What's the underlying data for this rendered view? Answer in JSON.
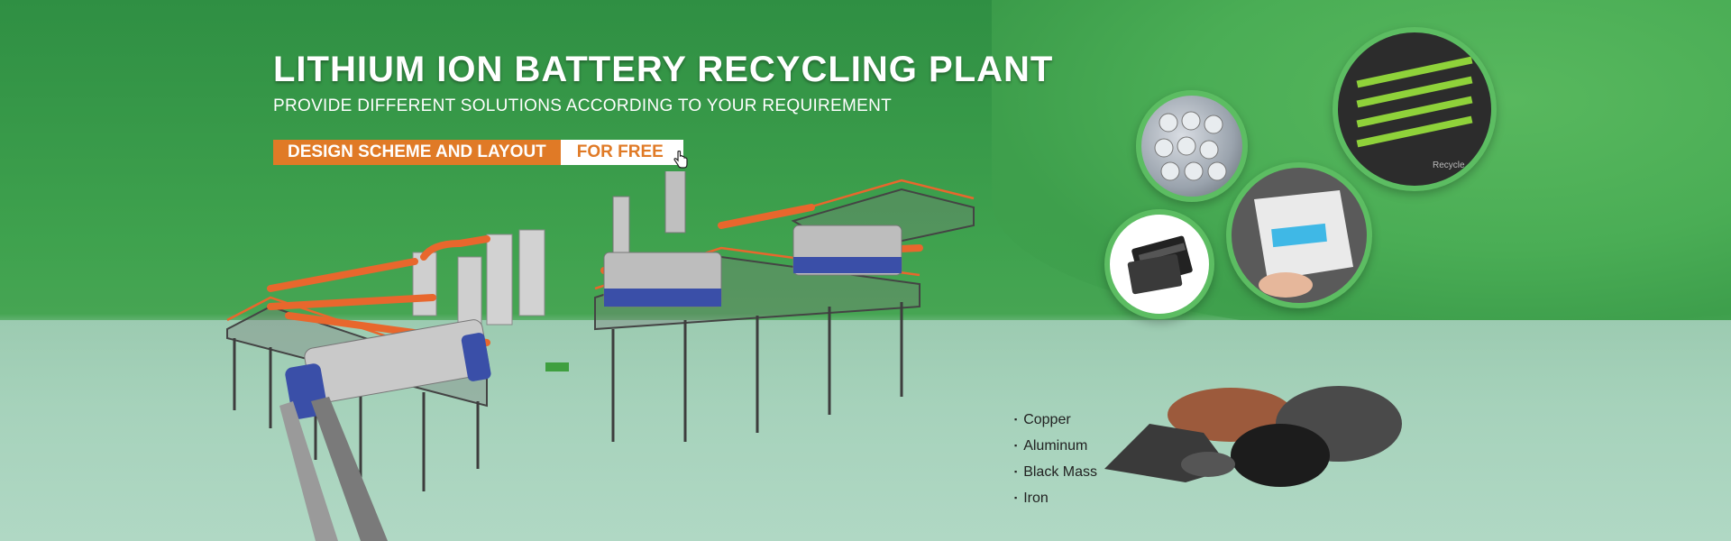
{
  "banner": {
    "headline": "LITHIUM ION BATTERY RECYCLING PLANT",
    "subline": "PROVIDE DIFFERENT SOLUTIONS ACCORDING TO YOUR REQUIREMENT",
    "cta": {
      "left_label": "DESIGN SCHEME AND LAYOUT",
      "right_label": "FOR FREE",
      "icon": "hand-pointer-icon"
    }
  },
  "materials": [
    "Copper",
    "Aluminum",
    "Black Mass",
    "Iron"
  ],
  "watermark": "Recycle",
  "colors": {
    "accent_orange": "#e07a26",
    "wall_green": "#3fa24e",
    "floor_mint": "#a6d2bb",
    "bubble_border": "#5cbd62",
    "pipe_orange": "#e8672d"
  }
}
